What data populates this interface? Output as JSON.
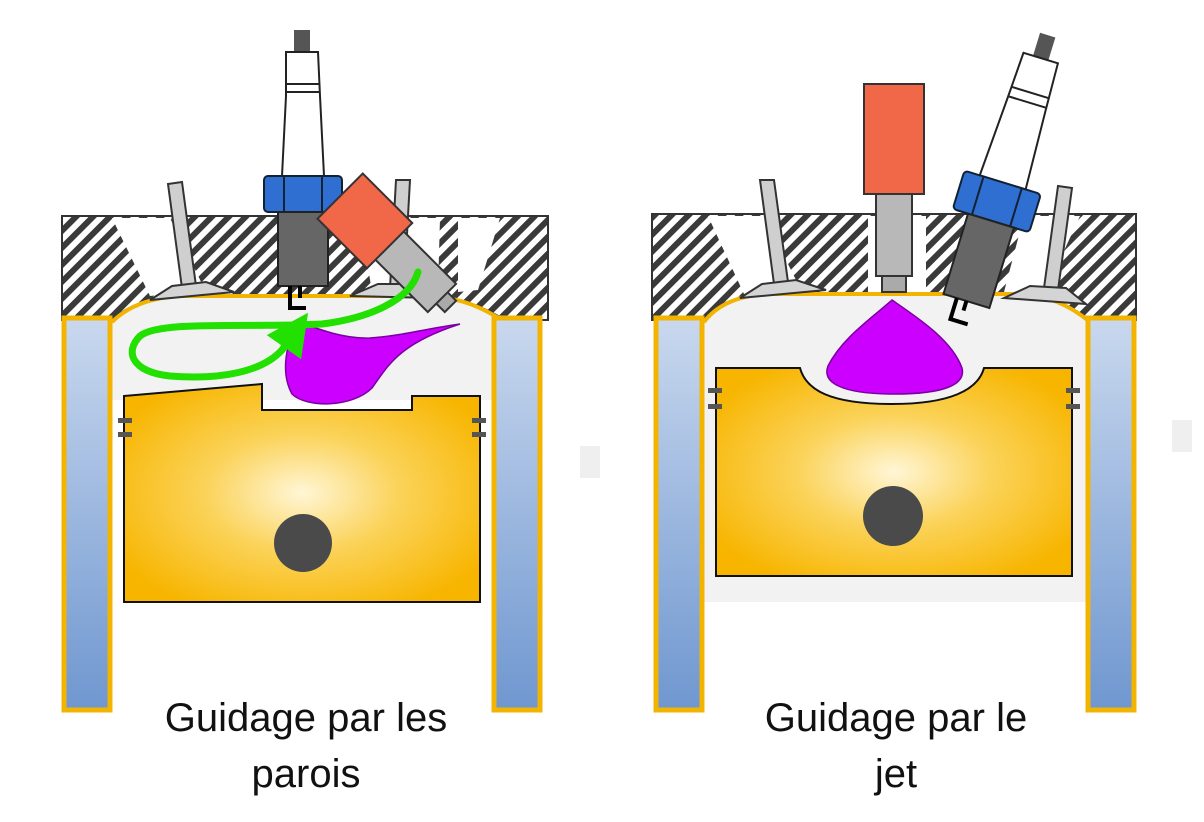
{
  "diagrams": [
    {
      "caption_line1": "Guidage par les",
      "caption_line2": "parois"
    },
    {
      "caption_line1": "Guidage par le",
      "caption_line2": "jet"
    }
  ],
  "colors": {
    "piston": "#f7b500",
    "piston_glow": "#fff6d6",
    "liner_fill": "#8fb0db",
    "liner_border": "#f2b400",
    "head_hatch": "#3a3a3a",
    "chamber": "#f2f2f2",
    "spray": "#cc00ff",
    "flow_arrow": "#22e000",
    "spark_plug_collar": "#2f6fd1",
    "injector_cap": "#f06848",
    "pin": "#4a4a4a"
  },
  "icons": [
    "spark-plug-icon",
    "injector-icon",
    "valve-icon",
    "piston-pin-icon",
    "flow-arrow-icon"
  ]
}
